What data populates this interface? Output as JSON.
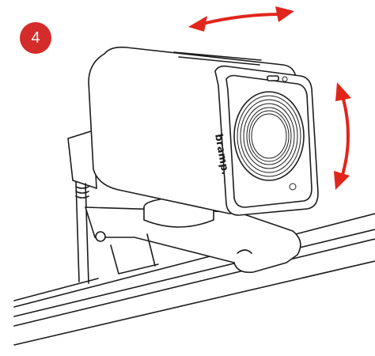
{
  "step": {
    "number": "4"
  },
  "camera": {
    "brand": "bramp."
  },
  "arrows": {
    "horizontal": "pan-arrow",
    "vertical": "tilt-arrow",
    "color": "#e1251b"
  },
  "colors": {
    "badge": "#d42b2b",
    "line": "#1c1c1c"
  }
}
